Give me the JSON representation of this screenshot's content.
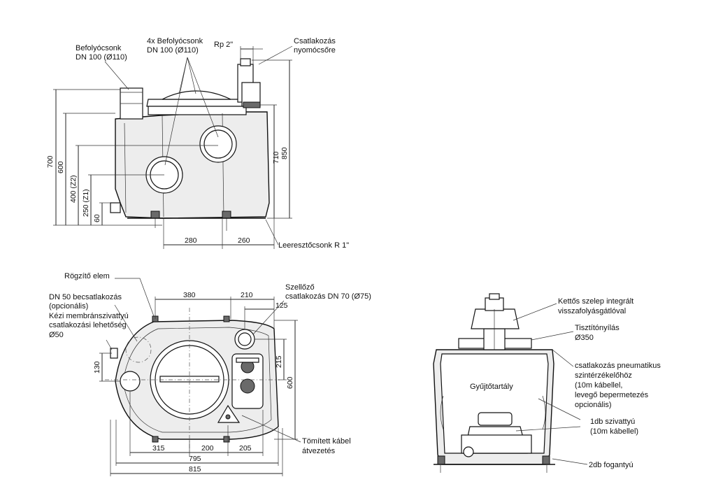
{
  "front_view": {
    "labels": {
      "inlet_single": [
        "Befolyócsonk",
        "DN 100 (Ø110)"
      ],
      "inlet_multi": [
        "4x Befolyócsonk",
        "DN 100 (Ø110)"
      ],
      "rp": "Rp 2\"",
      "pressure_pipe": [
        "Csatlakozás",
        "nyomócsőre"
      ],
      "drain": "Leeresztőcsonk R 1\""
    },
    "dimensions": {
      "h700": "700",
      "h600": "600",
      "h400": "400 (Z2)",
      "h250": "250 (Z1)",
      "h60": "60",
      "h850": "850",
      "h710": "710",
      "w280": "280",
      "w260": "260"
    }
  },
  "top_view": {
    "labels": {
      "fixing": "Rögzítő elem",
      "dn50": [
        "DN 50 becsatlakozás",
        "(opcionális)",
        "Kézi membránszivattyú",
        "csatlakozási lehetőség",
        "Ø50"
      ],
      "vent": [
        "Szellőző",
        "csatlakozás DN 70 (Ø75)"
      ],
      "cable": [
        "Tömített kábel",
        "átvezetés"
      ]
    },
    "dimensions": {
      "w380": "380",
      "w210": "210",
      "w125": "125",
      "h215": "215",
      "h600": "600",
      "h130": "130",
      "w315": "315",
      "w200": "200",
      "w205": "205",
      "w795": "795",
      "w815": "815"
    }
  },
  "section_view": {
    "labels": {
      "valve": [
        "Kettős szelep integrált",
        "visszafolyásgátlóval"
      ],
      "cleaning": [
        "Tisztítónyílás",
        "Ø350"
      ],
      "pneumatic": [
        "csatlakozás pneumatikus",
        "szintérzékelőhöz",
        "(10m kábellel,",
        "levegő bepermetezés",
        "opcionális)"
      ],
      "tank": "Gyűjtőtartály",
      "pump": [
        "1db szivattyú",
        "(10m kábellel)"
      ],
      "handle": "2db fogantyú"
    }
  }
}
